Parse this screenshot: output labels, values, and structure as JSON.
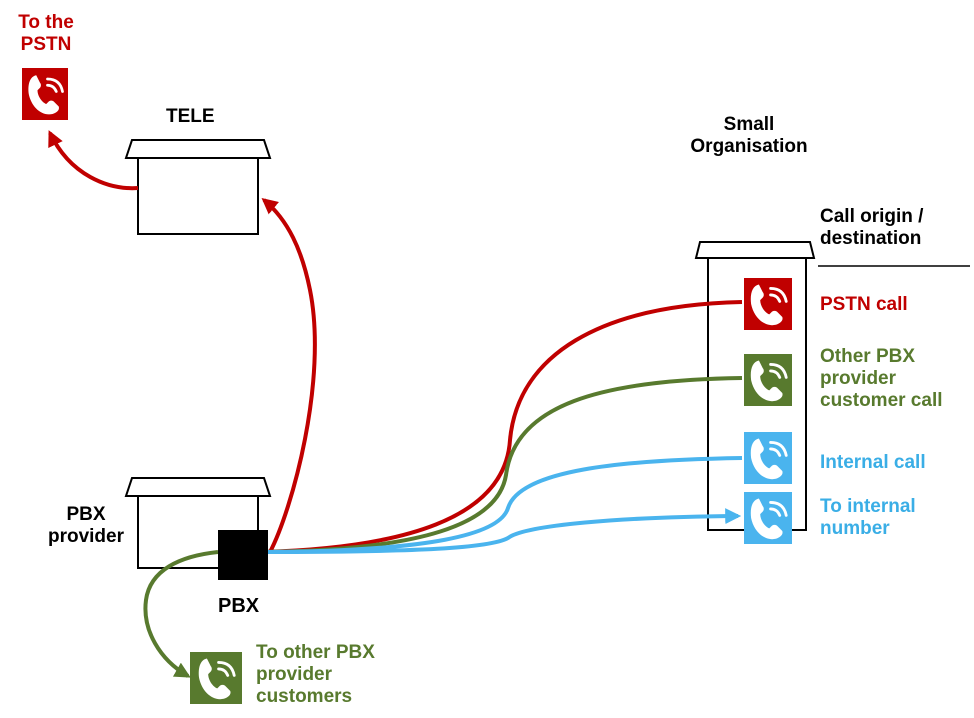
{
  "colors": {
    "pstn": "#c00000",
    "pbx_customers": "#587a2e",
    "internal": "#4ab4ee",
    "box_stroke": "#000000",
    "pbx_fill": "#000000"
  },
  "labels": {
    "to_pstn": "To the\nPSTN",
    "tele": "TELE",
    "small_org": "Small\nOrganisation",
    "call_origin": "Call origin /\ndestination",
    "pstn_call": "PSTN call",
    "other_pbx_call": "Other PBX\nprovider\ncustomer call",
    "internal_call": "Internal call",
    "to_internal": "To internal\nnumber",
    "pbx_provider": "PBX\nprovider",
    "pbx": "PBX",
    "to_other_pbx": "To other PBX\nprovider\ncustomers"
  },
  "icons": {
    "phone_pstn": "phone-icon",
    "phone_other_pbx": "phone-icon",
    "phone_internal": "phone-icon",
    "phone_to_internal": "phone-icon",
    "phone_to_the_pstn": "phone-icon",
    "phone_to_other_pbx": "phone-icon"
  }
}
